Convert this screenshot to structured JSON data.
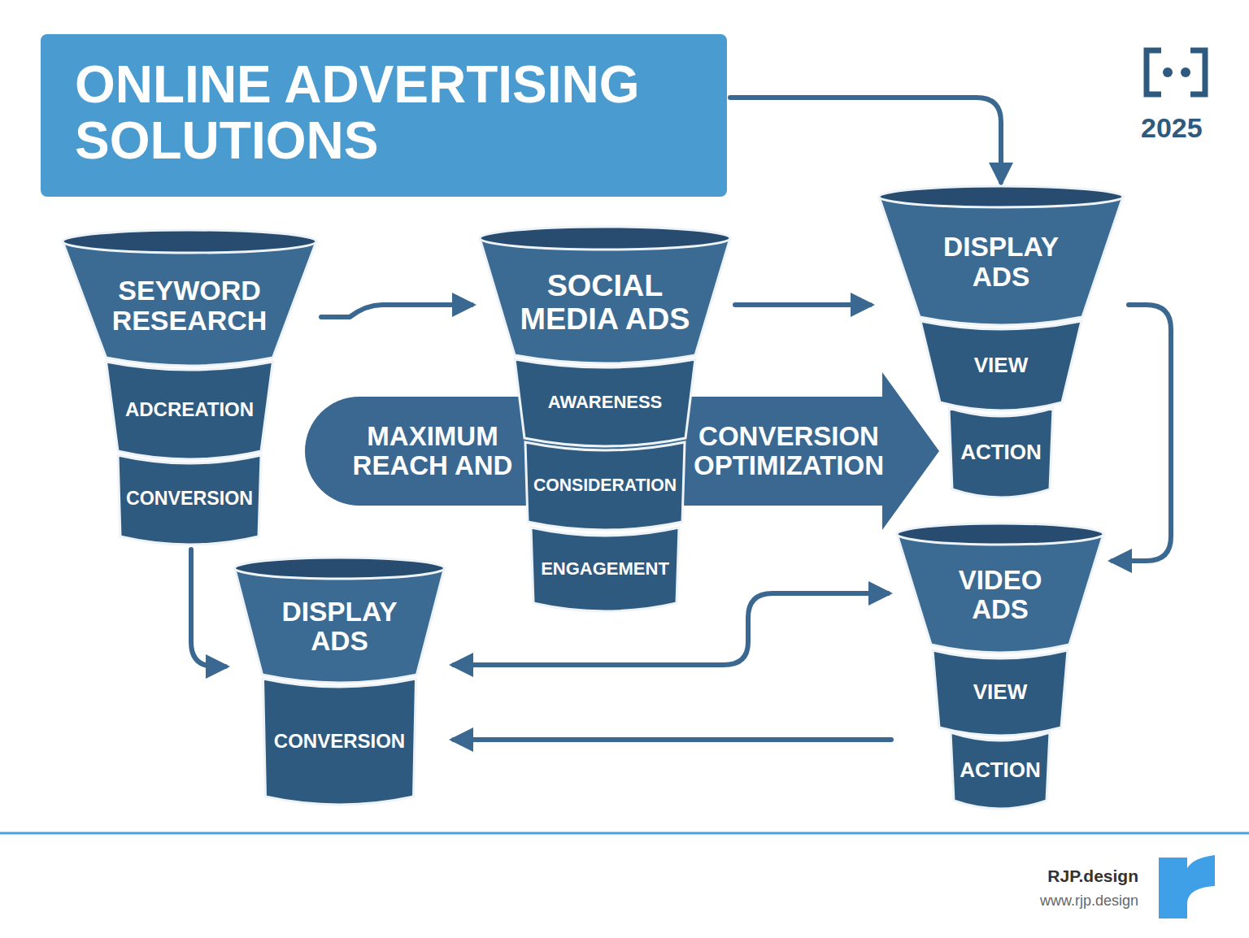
{
  "diagram": {
    "nodes": [
      {
        "text": [
          "ONLINE ADVERTISING SOLUTIONS"
        ]
      },
      {
        "text": [
          "SEYWORD RESEARCH",
          "ADCREATION",
          "CONVERSION"
        ]
      },
      {
        "text": [
          "MAXIMUM REACH AND",
          "CONVERSION OPTIMIZATION"
        ]
      },
      {
        "text": [
          "SOCIAL MEDIA ADS",
          "AWARENESS",
          "CONSIDERATION",
          "ENGAGEMENT"
        ]
      },
      {
        "text": [
          "DISPLAY ADS",
          "VIEW",
          "ACTION"
        ]
      },
      {
        "text": [
          "VIDEO ADS",
          "VIEW",
          "ACTION"
        ]
      },
      {
        "text": [
          "DISPLAY ADS",
          "CONVERSION"
        ]
      }
    ],
    "edges": [
      {
        "from": 0,
        "to": 4,
        "arrow": "to"
      },
      {
        "from": 1,
        "to": 3,
        "arrow": "to"
      },
      {
        "from": 3,
        "to": 4,
        "arrow": "to"
      },
      {
        "from": 4,
        "to": 5,
        "arrow": "to"
      },
      {
        "from": 1,
        "to": 6,
        "arrow": "to"
      },
      {
        "from": 6,
        "to": 5,
        "arrow": "both"
      },
      {
        "from": 5,
        "to": 6,
        "arrow": "to"
      }
    ],
    "labels": [
      "2025",
      "RJP.design",
      "www.rjp.design"
    ]
  }
}
